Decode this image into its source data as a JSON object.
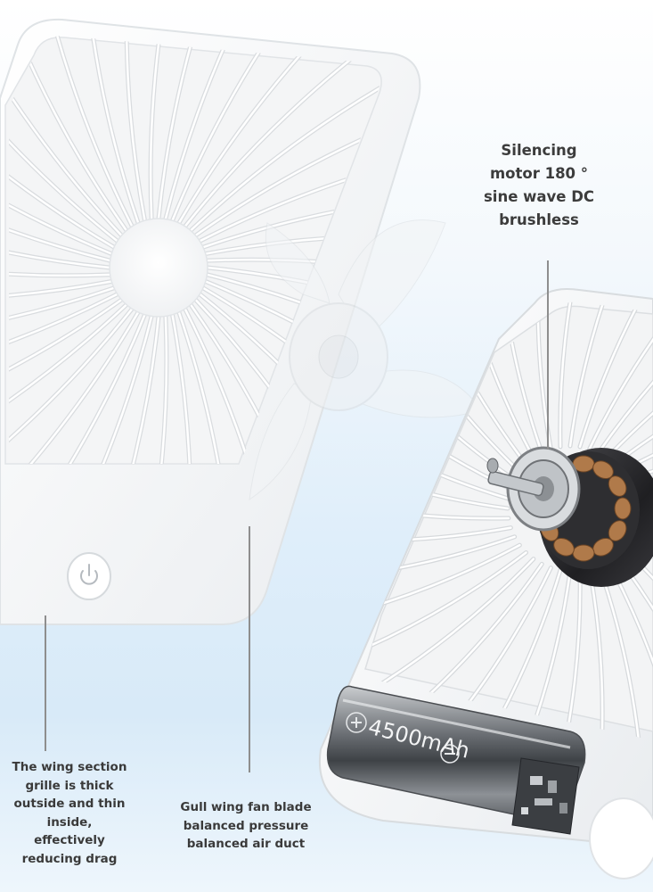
{
  "callouts": {
    "motor": [
      "Silencing",
      "motor 180 °",
      "sine wave DC",
      "brushless"
    ],
    "grille": [
      "The wing section",
      "grille is thick",
      "outside and thin",
      "inside,",
      "effectively",
      "reducing drag"
    ],
    "blade": [
      "Gull wing fan blade",
      "balanced pressure",
      "balanced air duct"
    ]
  },
  "battery": {
    "capacity_label": "4500mAh"
  },
  "colors": {
    "fan_body": "#f6f7f8",
    "grille_shadow": "#d7dadd",
    "motor_copper": "#b07a4a",
    "motor_dark": "#2a2a2c",
    "battery_chrome": "#8c8f93",
    "callout_text": "#3a3a3a"
  },
  "icons": [
    "power-button-icon",
    "battery-plus-icon",
    "battery-minus-icon"
  ]
}
